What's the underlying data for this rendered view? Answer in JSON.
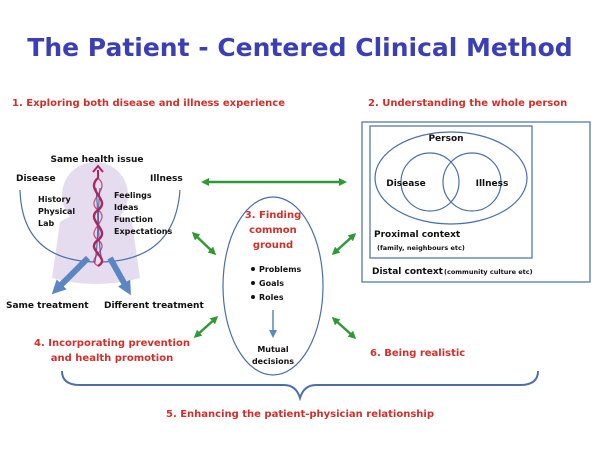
{
  "title": "The Patient - Centered Clinical Method",
  "colors": {
    "title": "#3b3fb6",
    "component_heading": "#d0302a",
    "outline": "#4a6fa8",
    "arrow_green": "#2f9a33",
    "arrow_blue": "#5b86c4",
    "helix": "#b0245e",
    "figure_fill": "#e6dcef"
  },
  "component1": {
    "heading": "1. Exploring both disease and illness experience",
    "top_label": "Same health issue",
    "disease_label": "Disease",
    "illness_label": "Illness",
    "disease_items": [
      "History",
      "Physical",
      "Lab"
    ],
    "illness_items": [
      "Feelings",
      "Ideas",
      "Function",
      "Expectations"
    ],
    "outcome_left": "Same treatment",
    "outcome_right": "Different treatment"
  },
  "component2": {
    "heading": "2. Understanding the whole person",
    "person_label": "Person",
    "disease_label": "Disease",
    "illness_label": "Illness",
    "proximal_label": "Proximal context",
    "proximal_note": "(family, neighbours etc)",
    "distal_label": "Distal context",
    "distal_note": "(community culture etc)"
  },
  "component3": {
    "heading_lines": [
      "3. Finding",
      "common",
      "ground"
    ],
    "bullets": [
      "Problems",
      "Goals",
      "Roles"
    ],
    "outcome_lines": [
      "Mutual",
      "decisions"
    ]
  },
  "component4": {
    "heading_lines": [
      "4. Incorporating prevention",
      "and health promotion"
    ]
  },
  "component5": {
    "heading": "5. Enhancing the patient-physician relationship"
  },
  "component6": {
    "heading": "6. Being realistic"
  }
}
